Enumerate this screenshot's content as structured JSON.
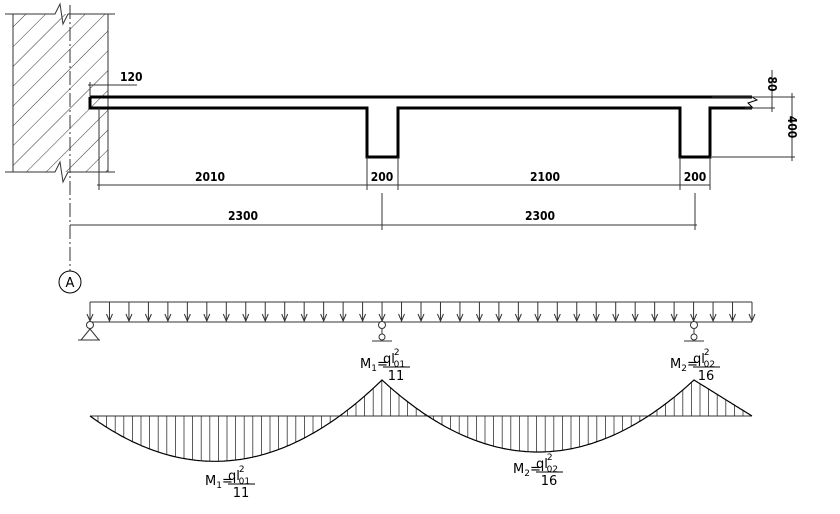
{
  "dimensions": {
    "wall_bearing": "120",
    "clear_span_1": "2010",
    "rib_width_1": "200",
    "clear_span_2": "2100",
    "rib_width_2": "200",
    "axis_span_1": "2300",
    "axis_span_2": "2300",
    "slab_thickness": "80",
    "rib_height": "400"
  },
  "axis_label": "A",
  "moment_labels": [
    {
      "name": "M",
      "sub": "1",
      "num": "ql",
      "sup": "2",
      "numsub": "01",
      "den": "11"
    },
    {
      "name": "M",
      "sub": "1",
      "num": "ql",
      "sup": "2",
      "numsub": "01",
      "den": "11"
    },
    {
      "name": "M",
      "sub": "2",
      "num": "ql",
      "sup": "2",
      "numsub": "02",
      "den": "16"
    },
    {
      "name": "M",
      "sub": "2",
      "num": "ql",
      "sup": "2",
      "numsub": "02",
      "den": "16"
    }
  ]
}
